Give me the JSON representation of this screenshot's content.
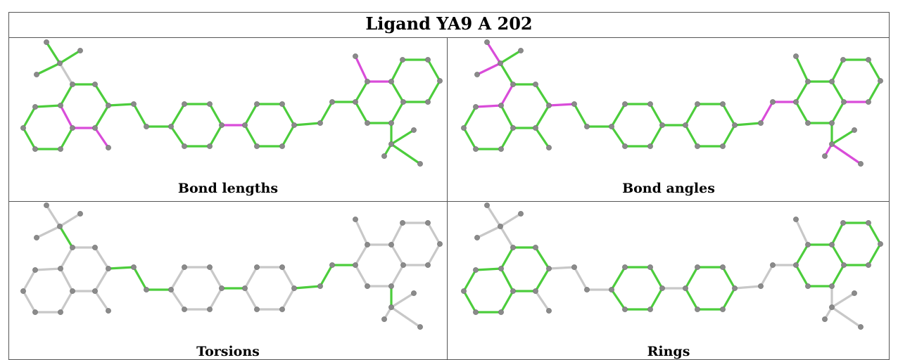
{
  "title": "Ligand YA9 A 202",
  "panels": [
    {
      "caption": "Bond lengths"
    },
    {
      "caption": "Bond angles"
    },
    {
      "caption": "Torsions"
    },
    {
      "caption": "Rings"
    }
  ],
  "colors": {
    "ok": "#4ccd3c",
    "outlier": "#d94cd9",
    "neutral": "#c8c8c8",
    "atom": "#8a8a8a",
    "grid": "#555555"
  }
}
